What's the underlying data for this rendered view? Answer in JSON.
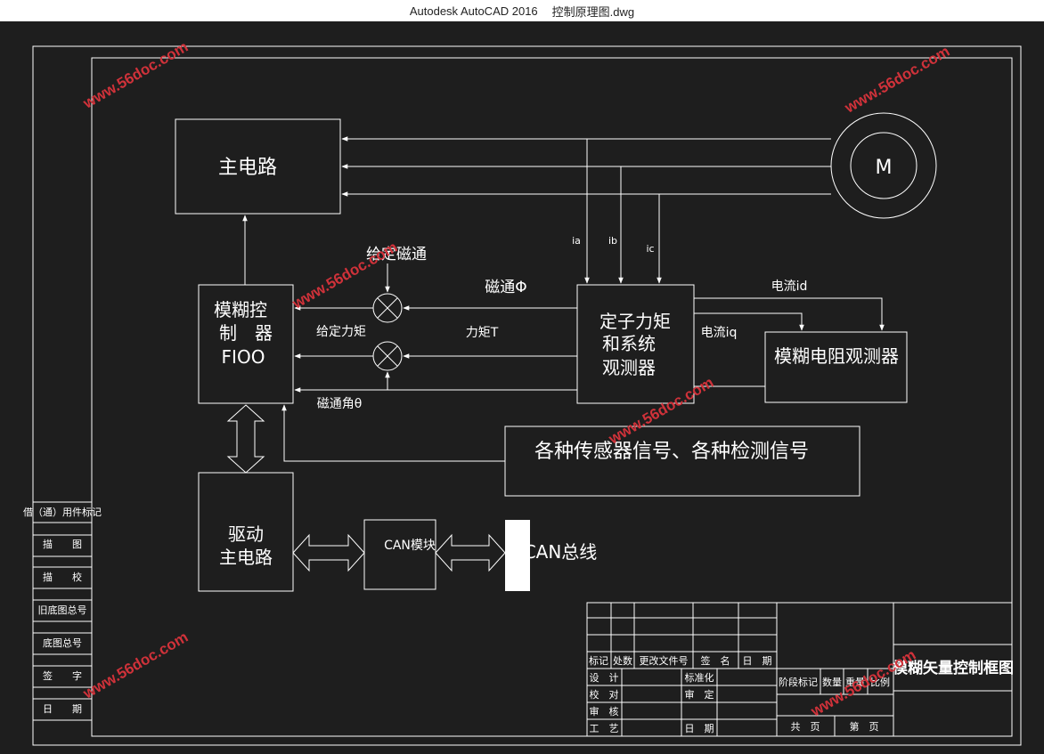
{
  "window": {
    "app_title": "Autodesk AutoCAD 2016",
    "file_name": "控制原理图.dwg"
  },
  "watermark": "www.56doc.com",
  "diagram": {
    "main_circuit": "主电路",
    "motor": "M",
    "ia": "ia",
    "ib": "ib",
    "ic": "ic",
    "given_flux": "给定磁通",
    "flux_phi": "磁通Φ",
    "torque_t": "力矩T",
    "flux_angle": "磁通角θ",
    "given_torque": "给定力矩",
    "current_id": "电流id",
    "current_iq": "电流iq",
    "fuzzy_controller": [
      "模糊控",
      "制　器",
      "FIOO"
    ],
    "stator_observer": [
      "定子力矩",
      "和系统",
      "观测器"
    ],
    "resistance_observer": "模糊电阻观测器",
    "sensor_signals": "各种传感器信号、各种检测信号",
    "drive_circuit": [
      "驱动",
      "主电路"
    ],
    "can_module": "CAN模块",
    "can_bus": "CAN总线"
  },
  "left_strip": [
    "借（通）用件标记",
    "描　　图",
    "描　　校",
    "旧底图总号",
    "底图总号",
    "签　　字",
    "日　　期"
  ],
  "title_block": {
    "row_headers": [
      "标记",
      "处数",
      "更改文件号",
      "签　名",
      "日　期"
    ],
    "design": "设　计",
    "check": "校　对",
    "review": "审　核",
    "process": "工　艺",
    "standard": "标准化",
    "approve": "审　定",
    "date": "日　期",
    "stage_mark": "阶段标记",
    "quantity": "数量",
    "weight": "重量",
    "ratio": "比例",
    "total_pages": "共　页",
    "page_no": "第　页",
    "drawing_title": "模糊矢量控制框图"
  }
}
